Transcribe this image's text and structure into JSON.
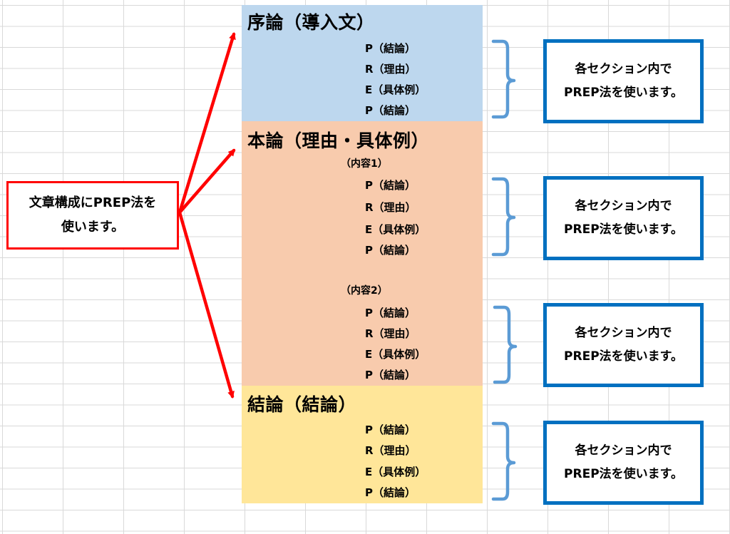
{
  "left_box": {
    "line1": "文章構成にPREP法を",
    "line2": "使います。"
  },
  "sections": {
    "intro": {
      "title": "序論（導入文）",
      "items": [
        "P（結論）",
        "R（理由）",
        "E（具体例）",
        "P（結論）"
      ],
      "color": "#bdd7ee"
    },
    "body": {
      "title": "本論（理由・具体例）",
      "content1": {
        "label": "（内容1）",
        "items": [
          "P（結論）",
          "R（理由）",
          "E（具体例）",
          "P（結論）"
        ]
      },
      "content2": {
        "label": "（内容2）",
        "items": [
          "P（結論）",
          "R（理由）",
          "E（具体例）",
          "P（結論）"
        ]
      },
      "color": "#f8cbad"
    },
    "conclusion": {
      "title": "結論（結論）",
      "items": [
        "P（結論）",
        "R（理由）",
        "E（具体例）",
        "P（結論）"
      ],
      "color": "#ffe699"
    }
  },
  "note_box": {
    "line1": "各セクション内で",
    "line2": "PREP法を使います。"
  },
  "colors": {
    "arrow": "#ff0000",
    "brace": "#5b9bd5",
    "note_border": "#0070c0",
    "left_border": "#ff0000"
  }
}
